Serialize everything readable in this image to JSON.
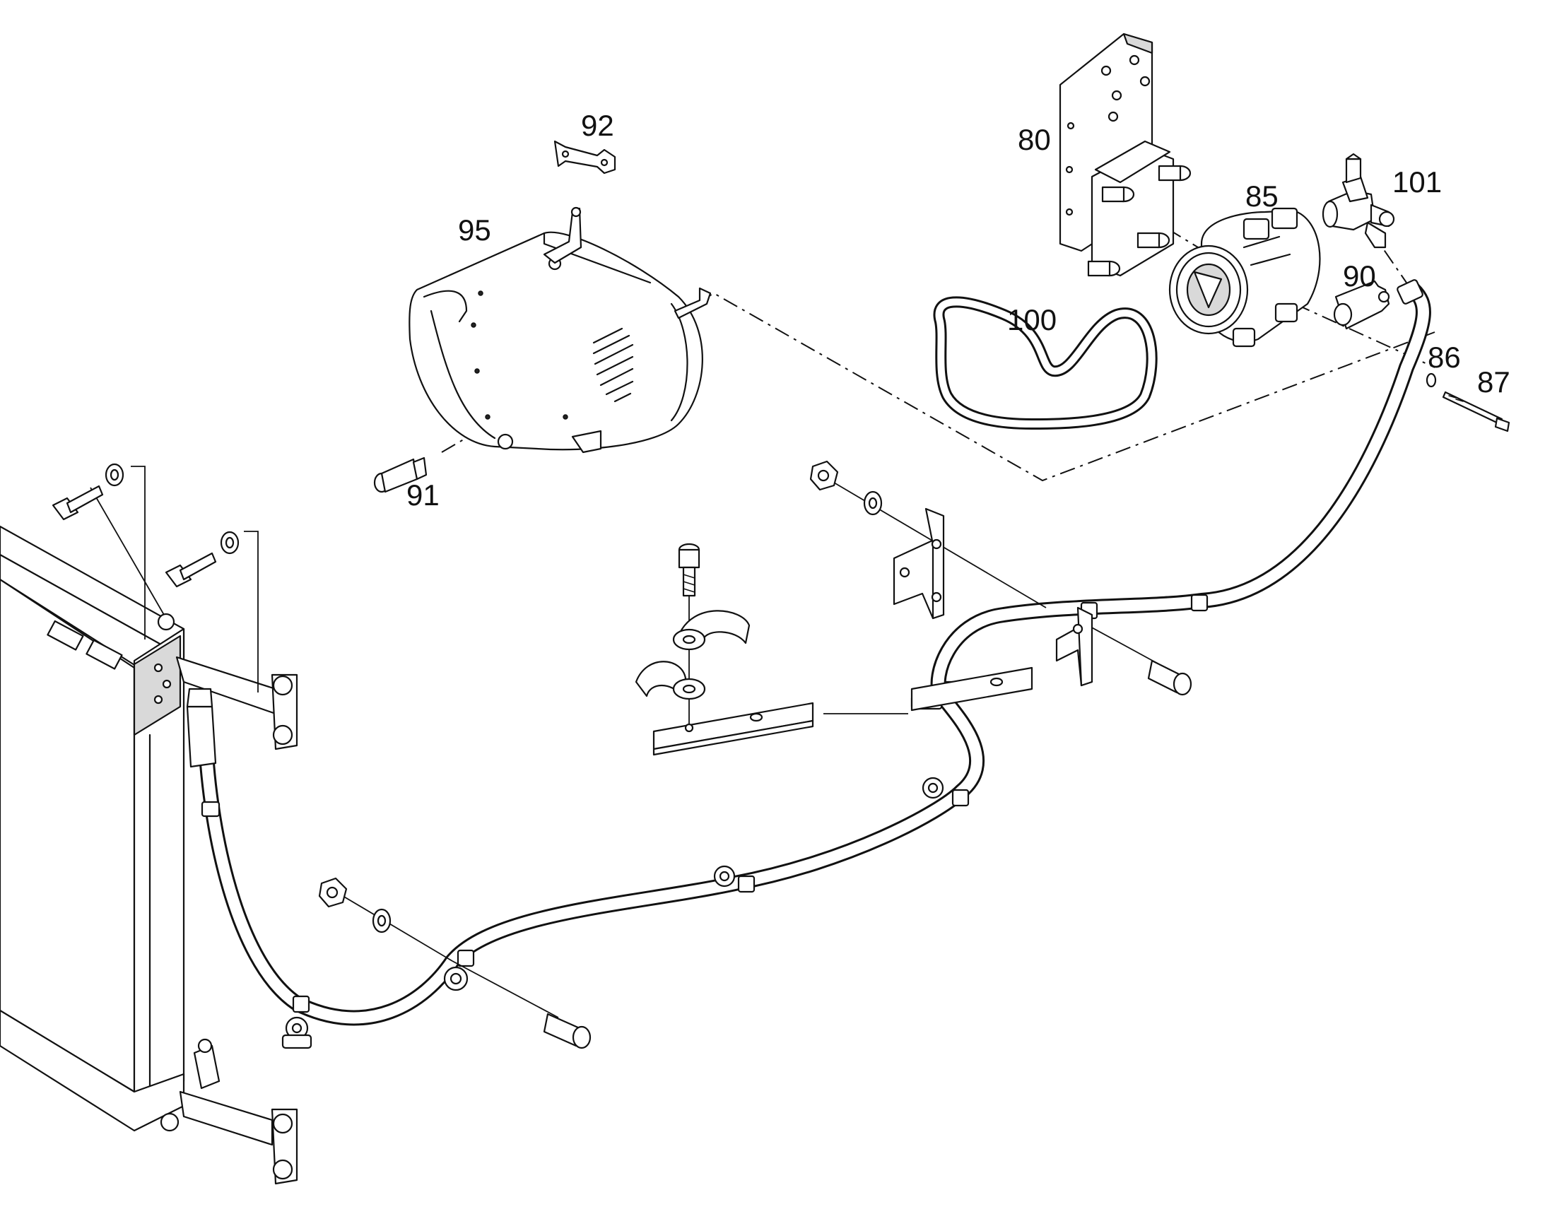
{
  "diagram": {
    "callouts": {
      "c80": "80",
      "c85": "85",
      "c86": "86",
      "c87": "87",
      "c90": "90",
      "c91": "91",
      "c92": "92",
      "c95": "95",
      "c100": "100",
      "c101": "101"
    }
  }
}
